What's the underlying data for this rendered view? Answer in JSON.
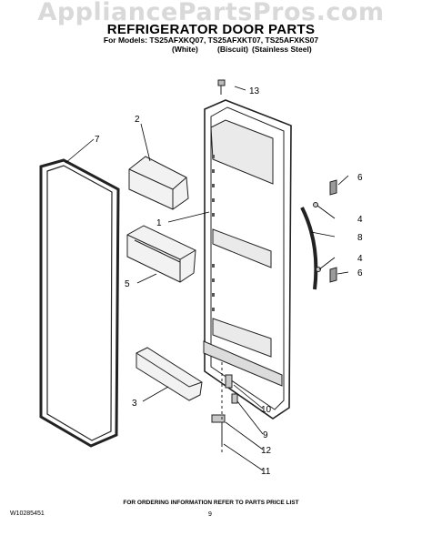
{
  "watermark": "AppliancePartsPros.com",
  "header": {
    "title": "REFRIGERATOR DOOR PARTS",
    "models_line": "For Models: TS25AFXKQ07, TS25AFXKT07, TS25AFXKS07",
    "finishes": [
      "(White)",
      "(Biscuit)",
      "(Stainless Steel)"
    ]
  },
  "callouts": [
    "13",
    "2",
    "7",
    "6",
    "1",
    "4",
    "8",
    "4",
    "6",
    "5",
    "3",
    "10",
    "9",
    "12",
    "11"
  ],
  "footer": {
    "ordering_note": "FOR ORDERING INFORMATION REFER TO PARTS PRICE LIST",
    "doc_number": "W10285451",
    "page_number": "9"
  }
}
